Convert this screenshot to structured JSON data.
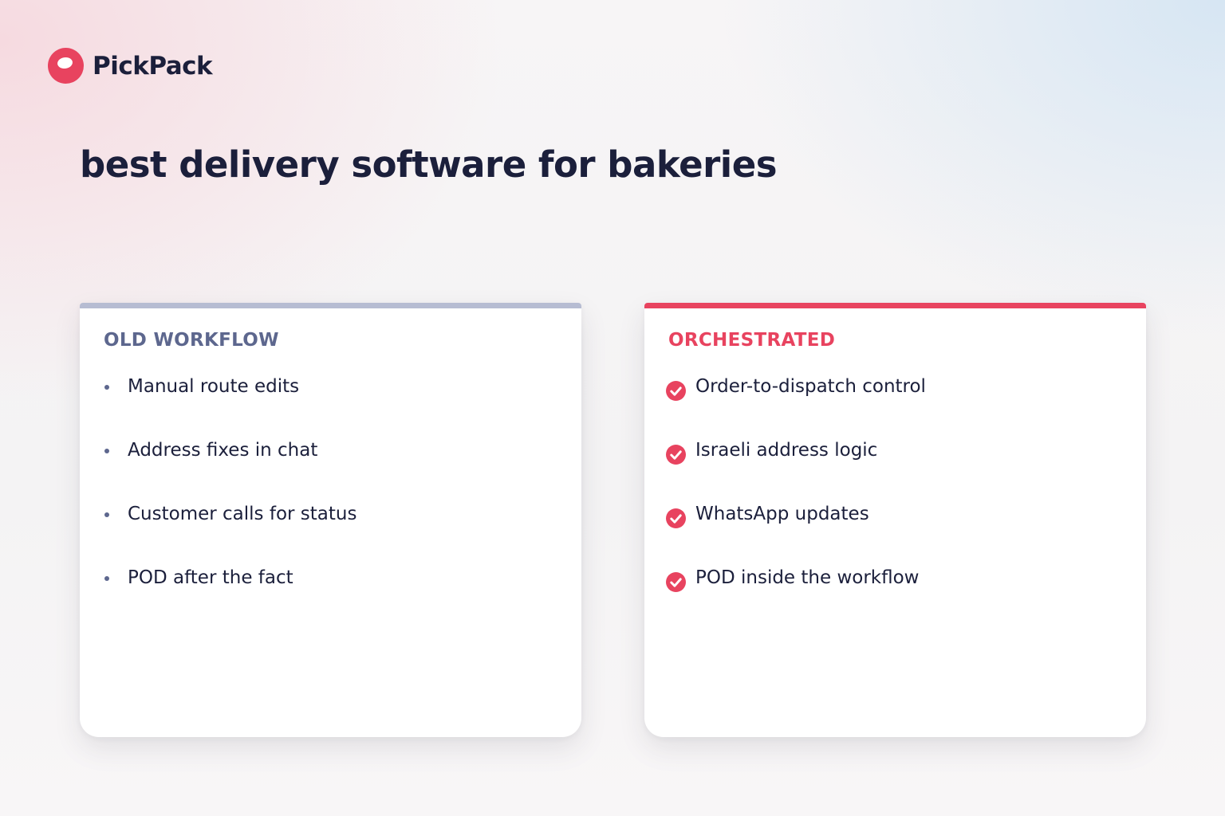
{
  "brand": {
    "name": "PickPack",
    "logo_icon": "pickpack-logo-icon",
    "color": "#e8435f"
  },
  "page": {
    "title": "best delivery software for bakeries"
  },
  "comparison": {
    "old": {
      "heading": "OLD WORKFLOW",
      "accent_color": "#b6bcd2",
      "heading_color": "#5d678e",
      "bullet_icon": "bullet-dot",
      "items": [
        "Manual route edits",
        "Address fixes in chat",
        "Customer calls for status",
        "POD after the fact"
      ]
    },
    "new": {
      "heading": "ORCHESTRATED",
      "accent_color": "#e8435f",
      "heading_color": "#e8435f",
      "bullet_icon": "check-circle-icon",
      "items": [
        "Order-to-dispatch control",
        "Israeli address logic",
        "WhatsApp updates",
        "POD inside the workflow"
      ]
    }
  }
}
